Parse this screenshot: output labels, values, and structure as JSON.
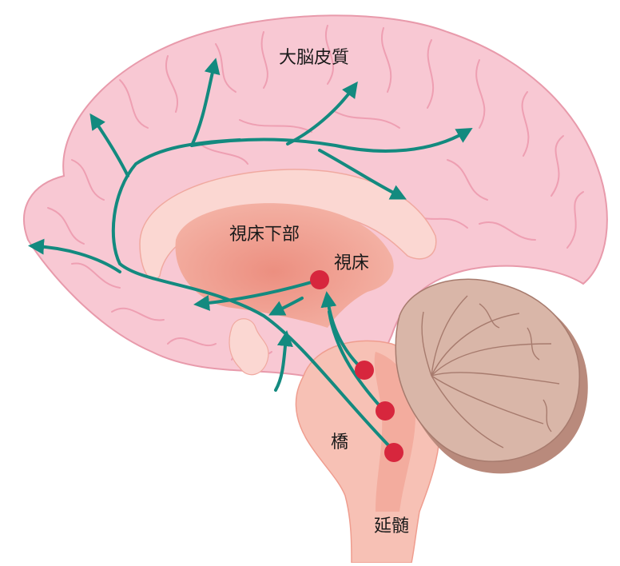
{
  "labels": {
    "cerebral_cortex": "大脳皮質",
    "hypothalamus": "視床下部",
    "thalamus": "視床",
    "pons": "橋",
    "medulla": "延髄"
  },
  "colors": {
    "brain_fill": "#f8c8d3",
    "brain_outline": "#e89aab",
    "gyri_line": "#ee9fb2",
    "inner_region": "#f6b3a6",
    "core_region": "#ef9a8a",
    "corpus_callosum": "#fbd7d2",
    "brainstem": "#f7c1b5",
    "cerebellum_fill": "#d9b6a8",
    "cerebellum_shadow": "#b98a7c",
    "pathway": "#138a7f",
    "nucleus": "#d7263d"
  }
}
